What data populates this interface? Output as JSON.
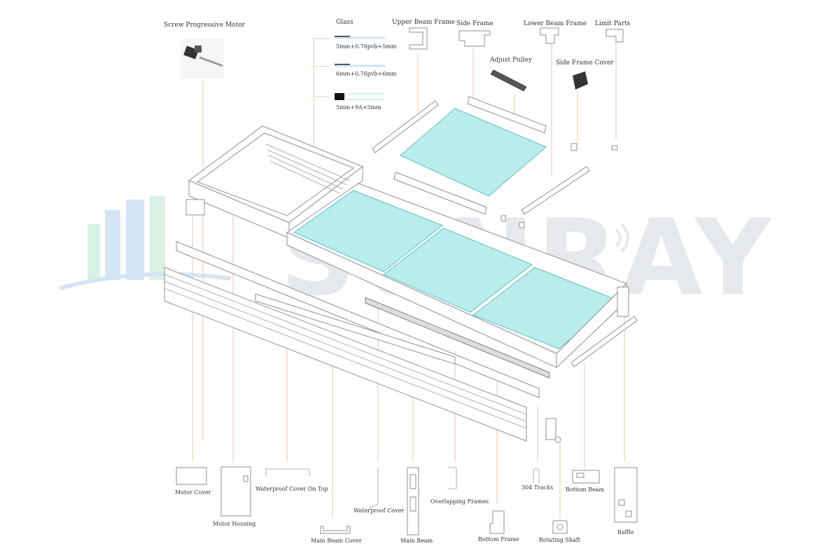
{
  "watermark": {
    "text": "SUNRAY"
  },
  "labels": {
    "screw_motor": "Screw Progressive Motor",
    "glass": "Glass",
    "glass_opt_1": "5mm+0.76pvb+5mm",
    "glass_opt_2": "6mm+0.76pvb+6mm",
    "glass_opt_3": "5mm+9A+5mm",
    "upper_beam_frame": "Upper Beam Frame",
    "side_frame": "Side Frame",
    "lower_beam_frame": "Lower Beam Frame",
    "limit_parts": "Limit Parts",
    "adjust_pulley": "Adjust Pulley",
    "side_frame_cover": "Side Frame Cover",
    "motor_cover": "Motor Cover",
    "motor_housing": "Motor Housing",
    "waterproof_cover_on_top": "Waterproof Cover On Top",
    "main_beam_cover": "Main Beam Cover",
    "waterproof_cover": "Waterproof Cover",
    "main_beam": "Main Beam",
    "overlapping_frames": "Overlapping Frames",
    "bottom_frame": "Bottom Frame",
    "tracks_304": "304 Tracks",
    "bottom_beam": "Bottom Beam",
    "rotating_shaft": "Rotating Shaft",
    "baffle": "Baffle"
  },
  "colors": {
    "glass_fill": "#b9ecec",
    "glass_edge": "#5fbfbf",
    "leader": "#e9c9a4",
    "watermark": "#e3e6ea",
    "watermark_blue": "#cfe3f3",
    "watermark_green": "#d8efe2",
    "line": "#8f8f8f"
  }
}
